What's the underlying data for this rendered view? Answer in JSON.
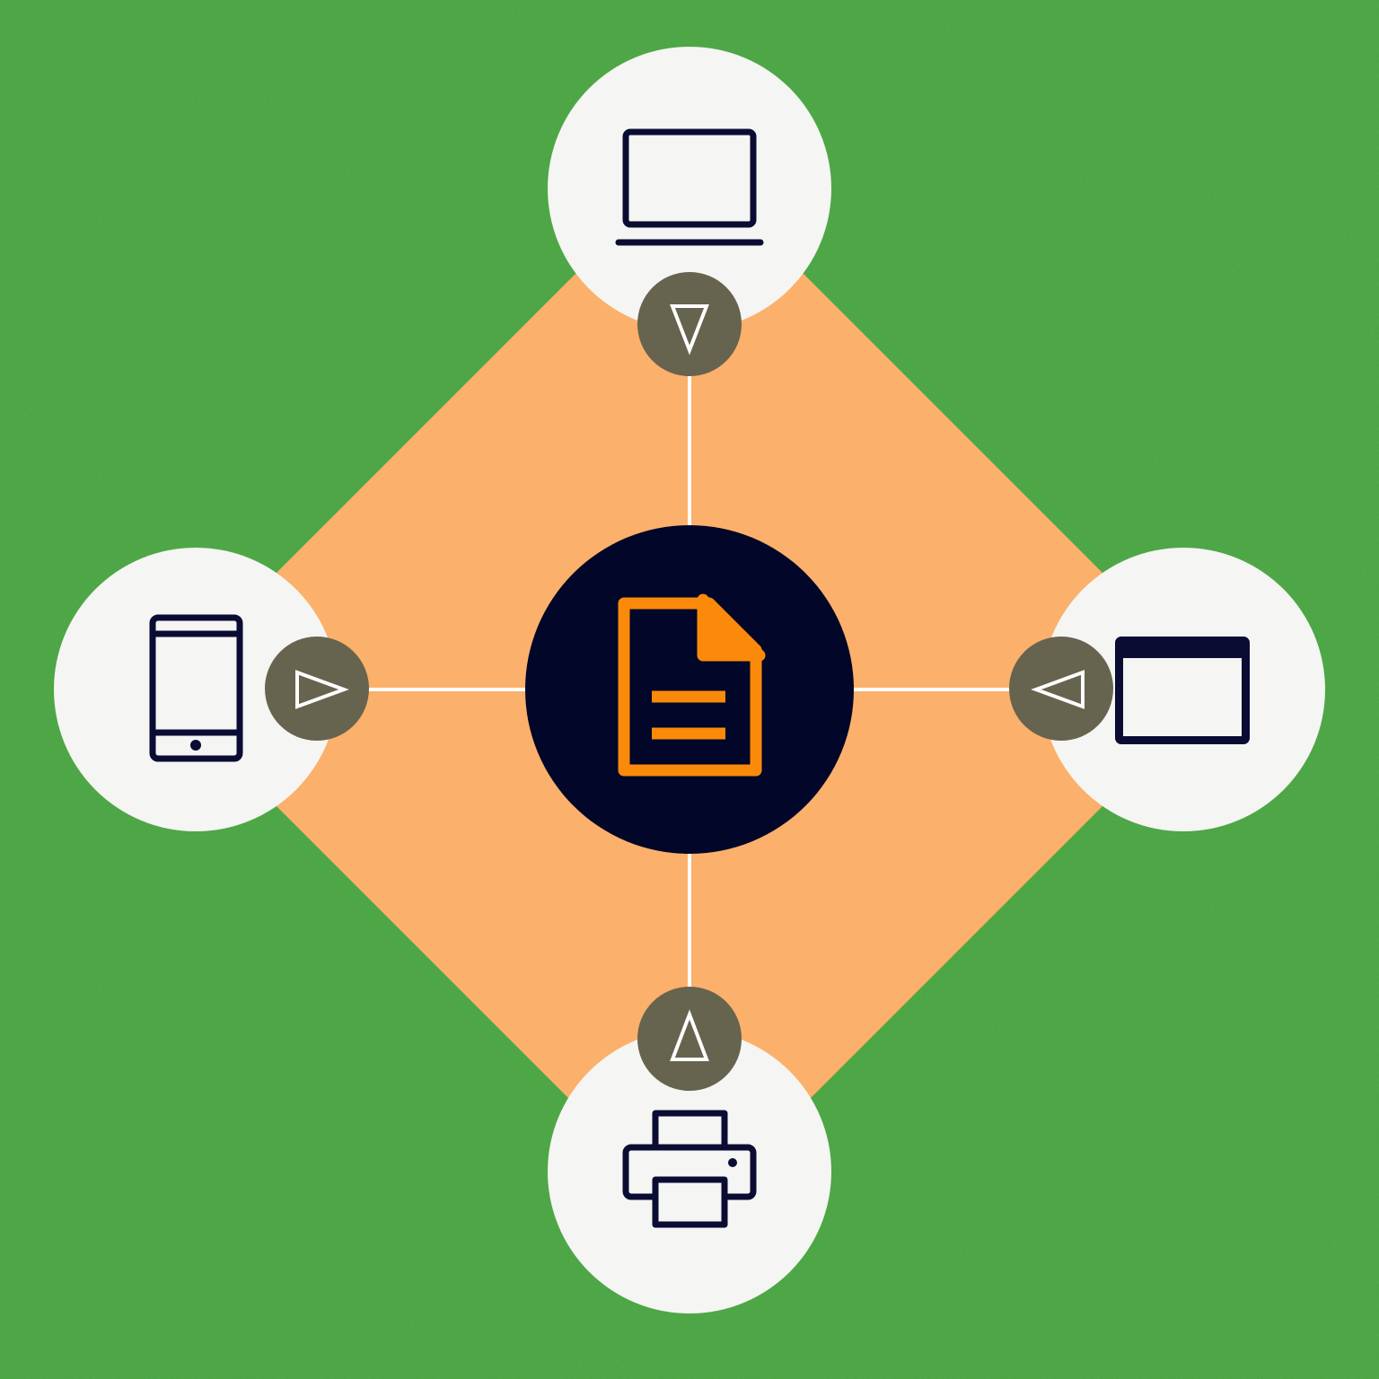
{
  "colors": {
    "field": "#45a53d",
    "infield": "#fbb06b",
    "node_fill": "#f5f5f3",
    "hub_fill": "#020628",
    "icon_stroke": "#0b0c33",
    "document_accent": "#fb8a0b",
    "badge_fill": "#66634f",
    "arrow_stroke": "#ffffff",
    "connector": "#ffffff"
  },
  "hub": {
    "icon": "document-icon"
  },
  "nodes": [
    {
      "id": "top",
      "icon": "laptop-icon",
      "arrow": "down"
    },
    {
      "id": "left",
      "icon": "tablet-icon",
      "arrow": "right"
    },
    {
      "id": "right",
      "icon": "browser-window-icon",
      "arrow": "left"
    },
    {
      "id": "bottom",
      "icon": "printer-icon",
      "arrow": "up"
    }
  ]
}
